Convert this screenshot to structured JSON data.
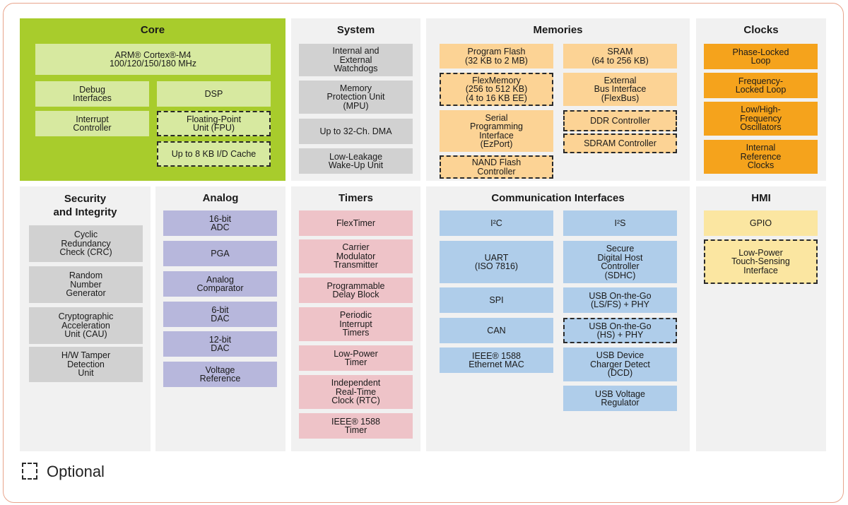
{
  "panels": {
    "core": "Core",
    "system": "System",
    "memories": "Memories",
    "clocks": "Clocks",
    "security": "Security\nand Integrity",
    "analog": "Analog",
    "timers": "Timers",
    "comm": "Communication Interfaces",
    "hmi": "HMI"
  },
  "blocks": {
    "core": {
      "cpu": "ARM® Cortex®-M4\n100/120/150/180 MHz",
      "debug": "Debug\nInterfaces",
      "dsp": "DSP",
      "interrupt": "Interrupt\nController",
      "fpu": "Floating-Point\nUnit (FPU)",
      "cache": "Up to 8 KB I/D Cache"
    },
    "system": {
      "watchdogs": "Internal and\nExternal\nWatchdogs",
      "mpu": "Memory\nProtection Unit\n(MPU)",
      "dma": "Up to 32-Ch. DMA",
      "wakeup": "Low-Leakage\nWake-Up Unit"
    },
    "memories": {
      "flash": "Program Flash\n(32 KB to 2 MB)",
      "sram": "SRAM\n(64 to 256 KB)",
      "flexmemory": "FlexMemory\n(256 to 512 KB)\n(4 to 16 KB EE)",
      "flexbus": "External\nBus Interface\n(FlexBus)",
      "ezport": "Serial\nProgramming\nInterface\n(EzPort)",
      "ddr": "DDR Controller",
      "sdram": "SDRAM Controller",
      "nand": "NAND Flash\nController"
    },
    "clocks": {
      "pll": "Phase-Locked\nLoop",
      "fll": "Frequency-\nLocked Loop",
      "osc": "Low/High-\nFrequency\nOscillators",
      "irc": "Internal\nReference\nClocks"
    },
    "security": {
      "crc": "Cyclic\nRedundancy\nCheck (CRC)",
      "rng": "Random\nNumber\nGenerator",
      "cau": "Cryptographic\nAcceleration\nUnit (CAU)",
      "tamper": "H/W Tamper\nDetection\nUnit"
    },
    "analog": {
      "adc": "16-bit\nADC",
      "pga": "PGA",
      "comparator": "Analog\nComparator",
      "dac6": "6-bit\nDAC",
      "dac12": "12-bit\nDAC",
      "vref": "Voltage\nReference"
    },
    "timers": {
      "flextimer": "FlexTimer",
      "cmt": "Carrier\nModulator\nTransmitter",
      "pdb": "Programmable\nDelay Block",
      "pit": "Periodic\nInterrupt\nTimers",
      "lptimer": "Low-Power\nTimer",
      "rtc": "Independent\nReal-Time\nClock (RTC)",
      "ieee1588": "IEEE® 1588\nTimer"
    },
    "comm": {
      "i2c": "I²C",
      "i2s": "I²S",
      "uart": "UART\n(ISO 7816)",
      "sdhc": "Secure\nDigital Host\nController\n(SDHC)",
      "spi": "SPI",
      "usb_otg_fs": "USB On-the-Go\n(LS/FS) + PHY",
      "can": "CAN",
      "usb_otg_hs": "USB On-the-Go\n(HS) + PHY",
      "ethernet": "IEEE® 1588\nEthernet MAC",
      "usb_dcd": "USB Device\nCharger Detect\n(DCD)",
      "usb_vreg": "USB Voltage\nRegulator"
    },
    "hmi": {
      "gpio": "GPIO",
      "tsi": "Low-Power\nTouch-Sensing\nInterface"
    }
  },
  "legend": {
    "optional": "Optional"
  },
  "colors": {
    "core_panel": "#a8cc2c",
    "optional_border": "#2a2a2a",
    "frame_border": "#e8a48c"
  }
}
